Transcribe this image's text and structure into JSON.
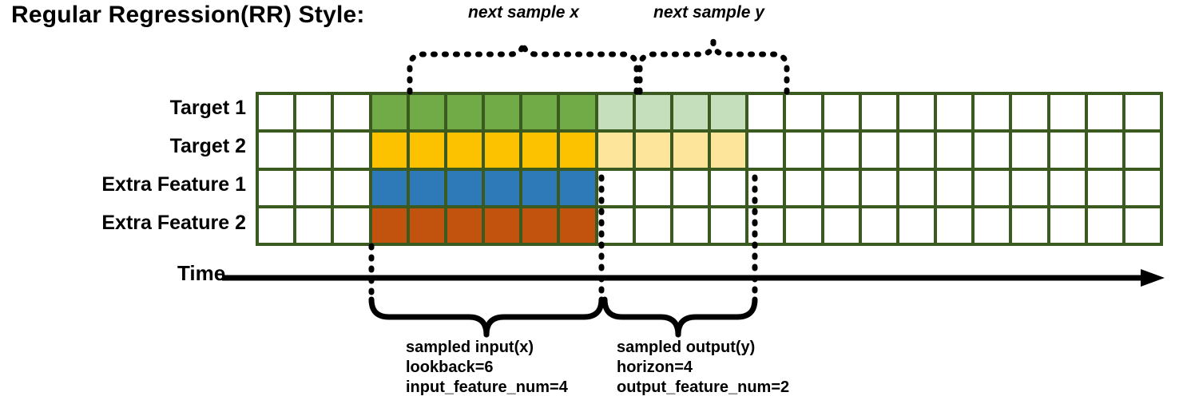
{
  "title": "Regular Regression(RR) Style:",
  "rows": [
    {
      "label": "Target 1",
      "name": "target-1"
    },
    {
      "label": "Target 2",
      "name": "target-2"
    },
    {
      "label": "Extra Feature 1",
      "name": "extra-feature-1"
    },
    {
      "label": "Extra Feature 2",
      "name": "extra-feature-2"
    }
  ],
  "grid": {
    "columns": 24,
    "rows": 4,
    "leading_empty": 3,
    "input_cols": 6,
    "output_cols": 4,
    "trailing_empty": 11,
    "fills": [
      [
        "empty",
        "empty",
        "empty",
        "green",
        "green",
        "green",
        "green",
        "green",
        "green",
        "green-light",
        "green-light",
        "green-light",
        "green-light",
        "empty",
        "empty",
        "empty",
        "empty",
        "empty",
        "empty",
        "empty",
        "empty",
        "empty",
        "empty",
        "empty"
      ],
      [
        "empty",
        "empty",
        "empty",
        "yellow",
        "yellow",
        "yellow",
        "yellow",
        "yellow",
        "yellow",
        "yellow-light",
        "yellow-light",
        "yellow-light",
        "yellow-light",
        "empty",
        "empty",
        "empty",
        "empty",
        "empty",
        "empty",
        "empty",
        "empty",
        "empty",
        "empty",
        "empty"
      ],
      [
        "empty",
        "empty",
        "empty",
        "blue",
        "blue",
        "blue",
        "blue",
        "blue",
        "blue",
        "empty",
        "empty",
        "empty",
        "empty",
        "empty",
        "empty",
        "empty",
        "empty",
        "empty",
        "empty",
        "empty",
        "empty",
        "empty",
        "empty",
        "empty"
      ],
      [
        "empty",
        "empty",
        "empty",
        "orange",
        "orange",
        "orange",
        "orange",
        "orange",
        "orange",
        "empty",
        "empty",
        "empty",
        "empty",
        "empty",
        "empty",
        "empty",
        "empty",
        "empty",
        "empty",
        "empty",
        "empty",
        "empty",
        "empty",
        "empty"
      ]
    ]
  },
  "axis": {
    "label": "Time"
  },
  "annotations": {
    "top_left": "next sample x",
    "top_right": "next sample y",
    "bottom_left": {
      "line1": "sampled input(x)",
      "line2": "lookback=6",
      "line3": "input_feature_num=4"
    },
    "bottom_right": {
      "line1": "sampled output(y)",
      "line2": "horizon=4",
      "line3": "output_feature_num=2"
    }
  },
  "colors": {
    "border": "#3a5a20",
    "green": "#70ab48",
    "yellow": "#fcc200",
    "blue": "#2e79b8",
    "orange": "#c2530f",
    "green_light": "#c5debb",
    "yellow_light": "#fde69b",
    "ink": "#000000"
  }
}
